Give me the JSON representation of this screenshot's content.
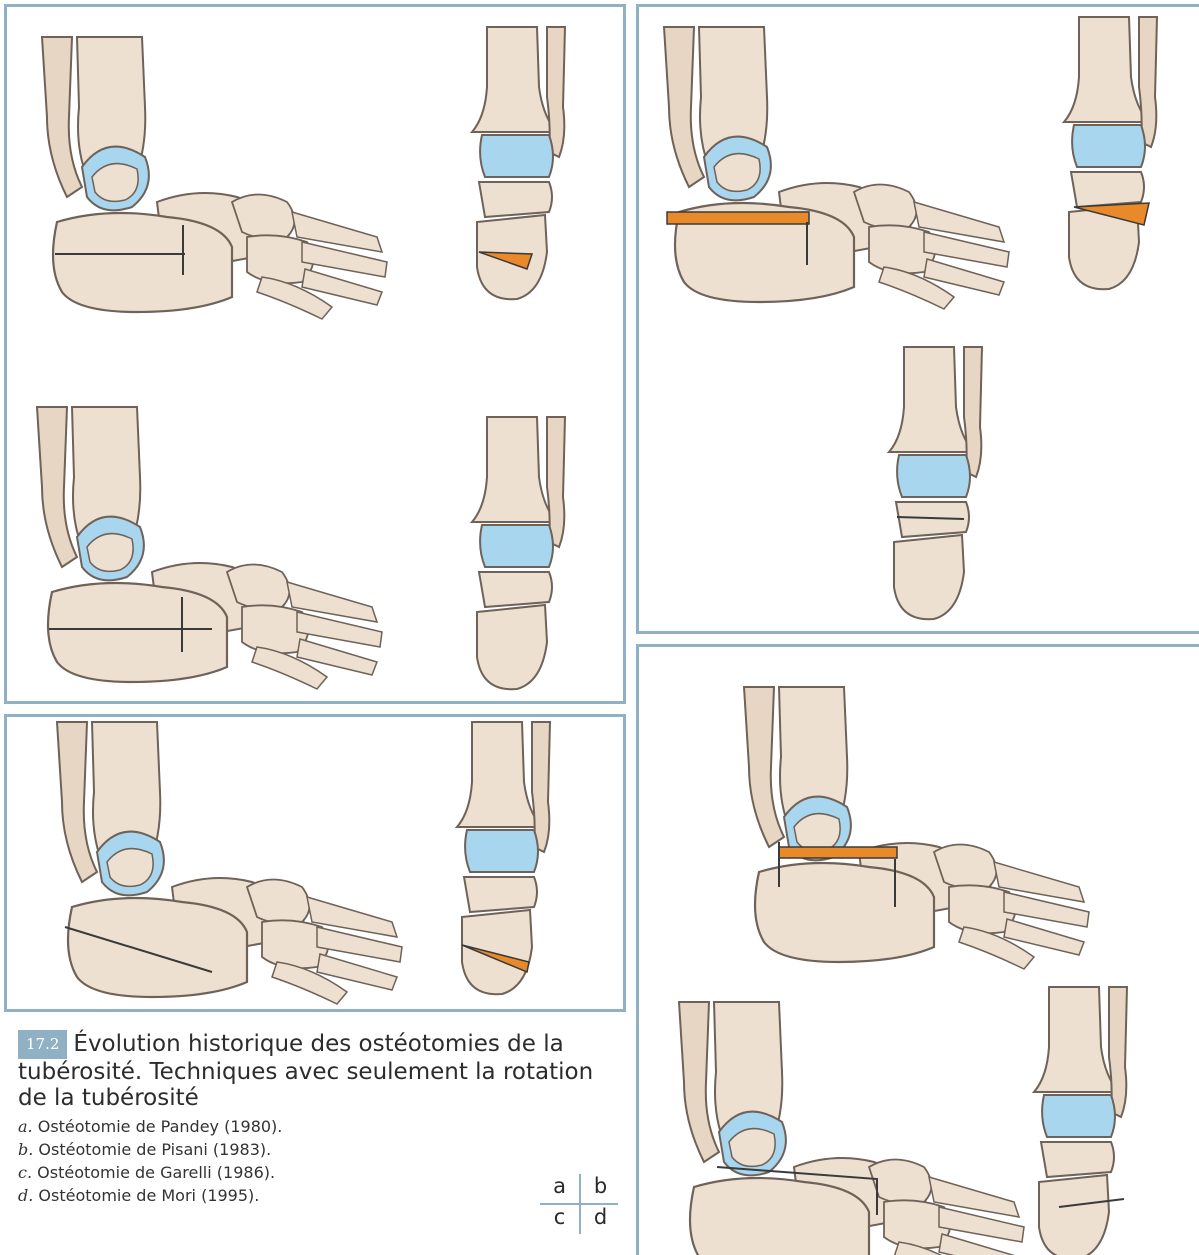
{
  "colors": {
    "frame": "#8fb1c3",
    "bone": "#ede0d0",
    "bone_edge": "#6e6259",
    "cartilage": "#a8d6ee",
    "wedge": "#e8892a",
    "cut_line": "#3a3a3a"
  },
  "figure": {
    "number": "17.2",
    "title": "Évolution historique des ostéotomies de la tubérosité. Techniques avec seulement la rotation de la tubérosité",
    "items": [
      {
        "letter": "a.",
        "text": "Ostéotomie de Pandey (1980)."
      },
      {
        "letter": "b.",
        "text": "Ostéotomie de Pisani (1983)."
      },
      {
        "letter": "c.",
        "text": "Ostéotomie de Garelli (1986)."
      },
      {
        "letter": "d.",
        "text": "Ostéotomie de Mori (1995)."
      }
    ],
    "layout_key": {
      "a": "a",
      "b": "b",
      "c": "c",
      "d": "d"
    }
  }
}
